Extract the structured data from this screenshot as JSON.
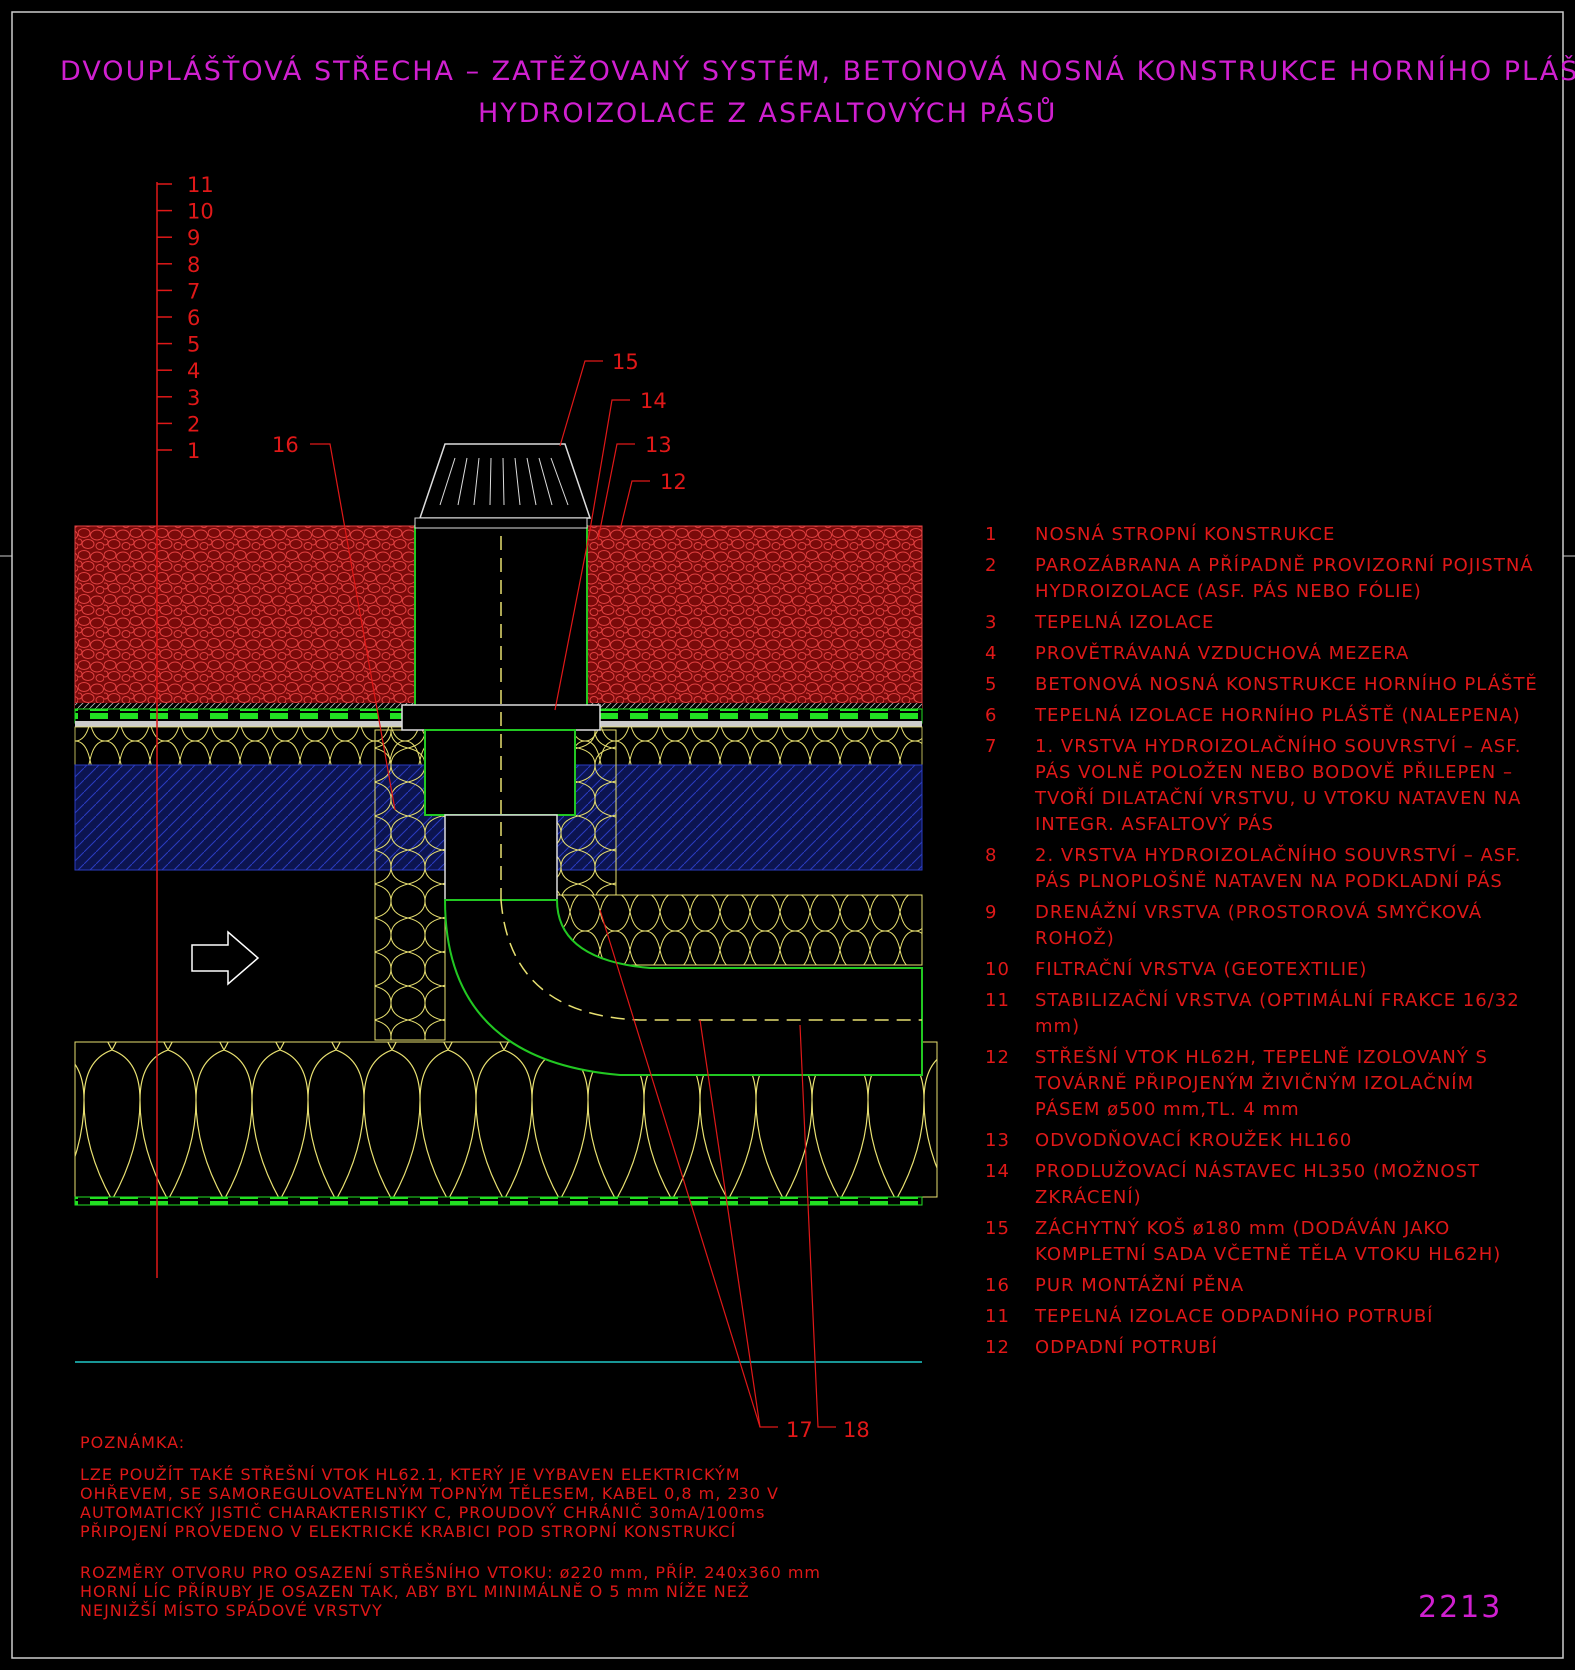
{
  "title": {
    "line1": "DVOUPLÁŠŤOVÁ STŘECHA – ZATĚŽOVANÝ SYSTÉM, BETONOVÁ NOSNÁ KONSTRUKCE HORNÍHO PLÁŠTĚ",
    "line2": "HYDROIZOLACE Z ASFALTOVÝCH PÁSŮ"
  },
  "layer_scale": [
    "11",
    "10",
    "9",
    "8",
    "7",
    "6",
    "5",
    "4",
    "3",
    "2",
    "1"
  ],
  "callouts": {
    "c15": "15",
    "c14": "14",
    "c13": "13",
    "c12": "12",
    "c16": "16",
    "c17": "17",
    "c18": "18"
  },
  "legend": [
    {
      "num": "1",
      "text": "NOSNÁ STROPNÍ KONSTRUKCE"
    },
    {
      "num": "2",
      "text": "PAROZÁBRANA A PŘÍPADNĚ PROVIZORNÍ POJISTNÁ HYDROIZOLACE (ASF. PÁS NEBO FÓLIE)"
    },
    {
      "num": "3",
      "text": "TEPELNÁ IZOLACE"
    },
    {
      "num": "4",
      "text": "PROVĚTRÁVANÁ VZDUCHOVÁ MEZERA"
    },
    {
      "num": "5",
      "text": "BETONOVÁ NOSNÁ KONSTRUKCE HORNÍHO PLÁŠTĚ"
    },
    {
      "num": "6",
      "text": "TEPELNÁ IZOLACE HORNÍHO PLÁŠTĚ (NALEPENA)"
    },
    {
      "num": "7",
      "text": "1. VRSTVA HYDROIZOLAČNÍHO SOUVRSTVÍ – ASF. PÁS VOLNĚ POLOŽEN NEBO BODOVĚ PŘILEPEN – TVOŘÍ DILATAČNÍ VRSTVU, U VTOKU NATAVEN NA INTEGR. ASFALTOVÝ PÁS"
    },
    {
      "num": "8",
      "text": "2. VRSTVA HYDROIZOLAČNÍHO SOUVRSTVÍ – ASF. PÁS PLNOPLOŠNĚ NATAVEN NA PODKLADNÍ PÁS"
    },
    {
      "num": "9",
      "text": "DRENÁŽNÍ VRSTVA (PROSTOROVÁ SMYČKOVÁ ROHOŽ)"
    },
    {
      "num": "10",
      "text": "FILTRAČNÍ VRSTVA (GEOTEXTILIE)"
    },
    {
      "num": "11",
      "text": "STABILIZAČNÍ VRSTVA (OPTIMÁLNÍ FRAKCE 16/32 mm)"
    },
    {
      "num": "12",
      "text": "STŘEŠNÍ VTOK HL62H, TEPELNĚ IZOLOVANÝ S TOVÁRNĚ PŘIPOJENÝM ŽIVIČNÝM IZOLAČNÍM PÁSEM ø500 mm,TL. 4 mm"
    },
    {
      "num": "13",
      "text": "ODVODŇOVACÍ KROUŽEK HL160"
    },
    {
      "num": "14",
      "text": "PRODLUŽOVACÍ NÁSTAVEC HL350 (MOŽNOST ZKRÁCENÍ)"
    },
    {
      "num": "15",
      "text": "ZÁCHYTNÝ KOŠ ø180 mm (DODÁVÁN JAKO KOMPLETNÍ SADA VČETNĚ TĚLA VTOKU HL62H)"
    },
    {
      "num": "16",
      "text": "PUR MONTÁŽNÍ PĚNA"
    },
    {
      "num": "11",
      "text": "TEPELNÁ IZOLACE ODPADNÍHO POTRUBÍ"
    },
    {
      "num": "12",
      "text": "ODPADNÍ POTRUBÍ"
    }
  ],
  "note": {
    "heading": "POZNÁMKA:",
    "para1": "LZE POUŽÍT TAKÉ STŘEŠNÍ VTOK HL62.1, KTERÝ JE VYBAVEN ELEKTRICKÝM\nOHŘEVEM, SE SAMOREGULOVATELNÝM TOPNÝM TĚLESEM, KABEL 0,8 m, 230 V\nAUTOMATICKÝ JISTIČ CHARAKTERISTIKY C, PROUDOVÝ CHRÁNIČ 30mA/100ms\nPŘIPOJENÍ PROVEDENO V ELEKTRICKÉ KRABICI POD STROPNÍ KONSTRUKCÍ",
    "para2": "ROZMĚRY OTVORU PRO OSAZENÍ STŘEŠNÍHO VTOKU: ø220 mm, PŘÍP. 240x360 mm\nHORNÍ LÍC PŘÍRUBY JE OSAZEN TAK, ABY BYL MINIMÁLNĚ O 5 mm NÍŽE NEŽ\nNEJNIŽŠÍ MÍSTO SPÁDOVÉ VRSTVY"
  },
  "drawing_number": "2213",
  "colors": {
    "background": "#000000",
    "text_red": "#e01818",
    "title_magenta": "#d020d0",
    "gravel_fill": "#8a0c0c",
    "green": "#22e022",
    "insulation_yellow": "#e8e070",
    "concrete_blue": "#1c2a90",
    "cyan": "#20c8c8"
  }
}
